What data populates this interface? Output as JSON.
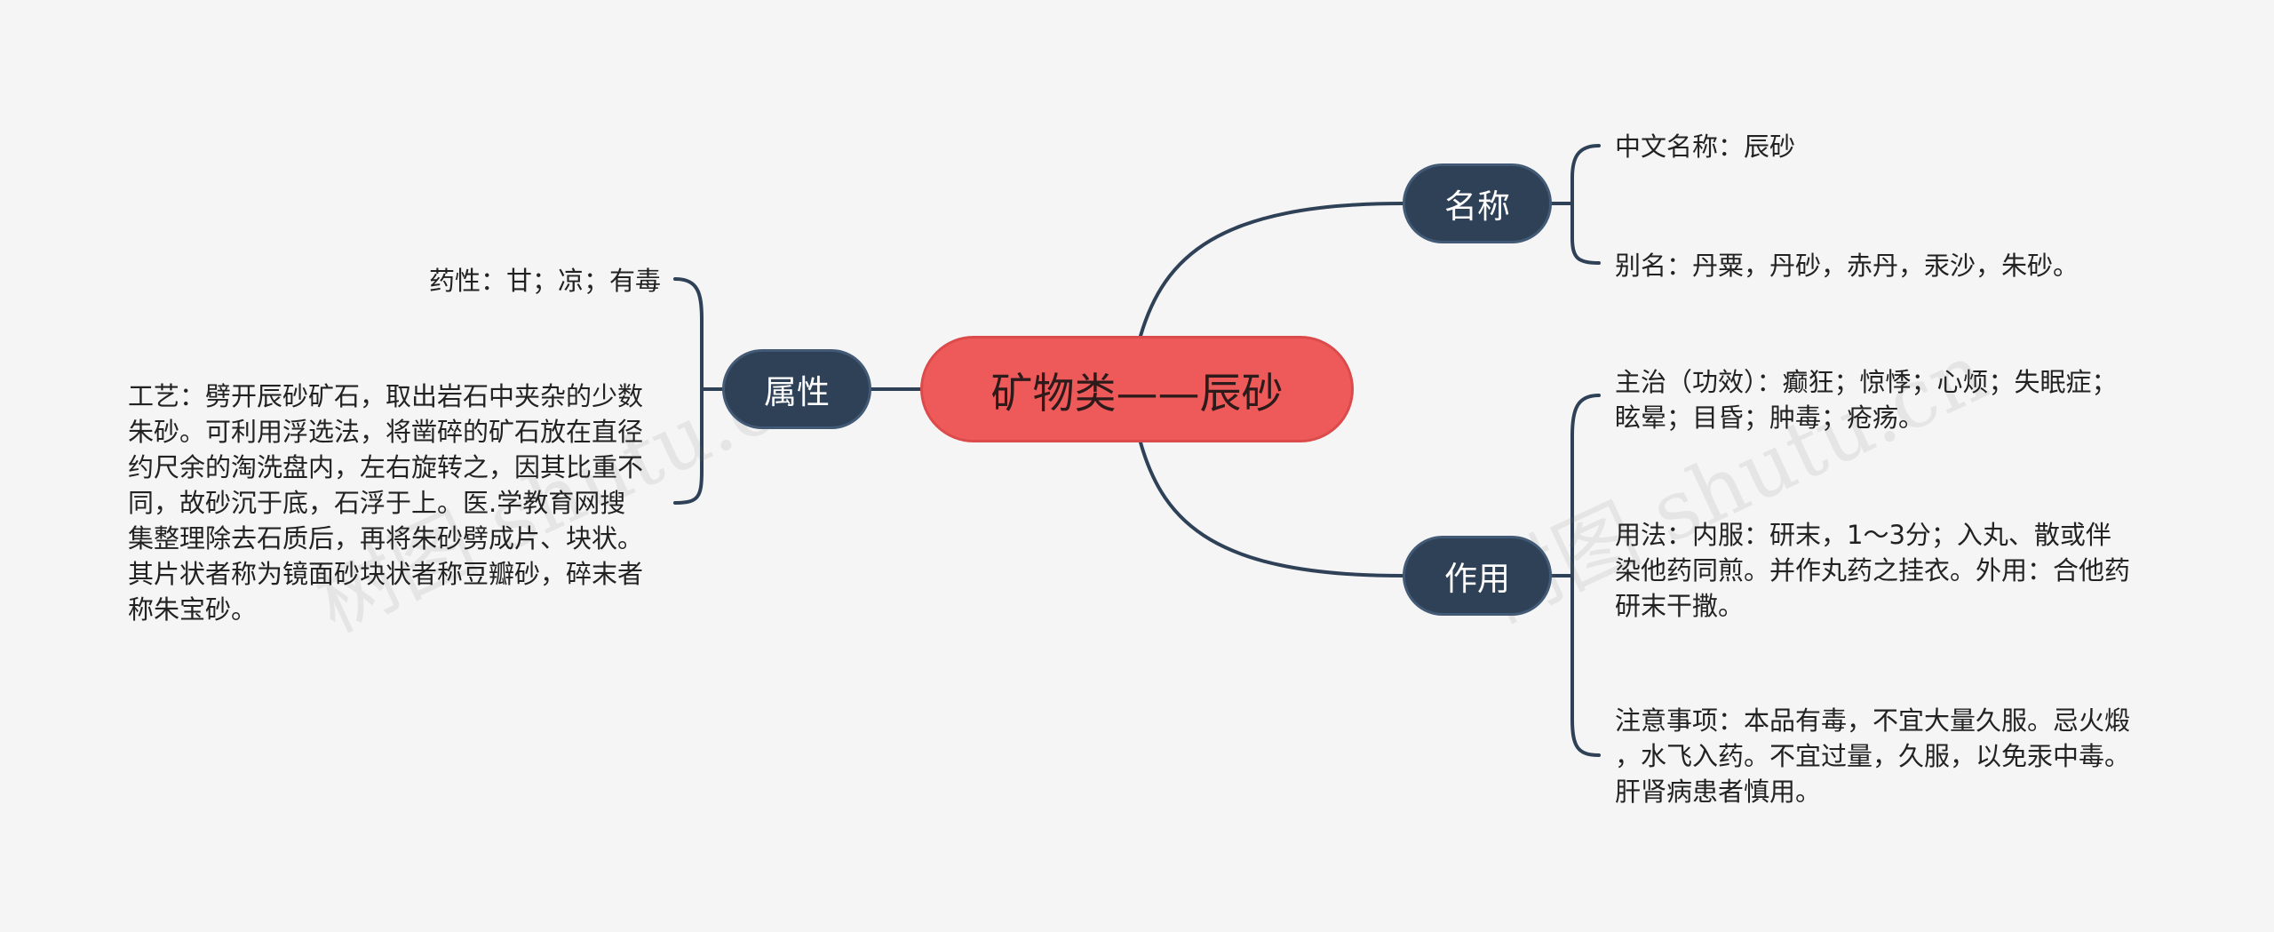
{
  "root": {
    "label": "矿物类——辰砂"
  },
  "branches": {
    "attr": {
      "label": "属性"
    },
    "name": {
      "label": "名称"
    },
    "use": {
      "label": "作用"
    }
  },
  "leaves": {
    "yaoxing": [
      "药性：甘；凉；有毒"
    ],
    "gongyi": [
      "工艺：劈开辰砂矿石，取出岩石中夹杂的少数",
      "朱砂。可利用浮选法，将凿碎的矿石放在直径",
      "约尺余的淘洗盘内，左右旋转之，因其比重不",
      "同，故砂沉于底，石浮于上。医.学教育网搜",
      "集整理除去石质后，再将朱砂劈成片、块状。",
      "其片状者称为镜面砂块状者称豆瓣砂，碎末者",
      "称朱宝砂。"
    ],
    "zhongwen": [
      "中文名称：辰砂"
    ],
    "bieming": [
      "别名：丹粟，丹砂，赤丹，汞沙，朱砂。"
    ],
    "zhuzhi": [
      "主治（功效）：癫狂；惊悸；心烦；失眠症；",
      "眩晕；目昏；肿毒；疮疡。"
    ],
    "yongfa": [
      "用法：内服：研末，1～3分；入丸、散或伴",
      "染他药同煎。并作丸药之挂衣。外用：合他药",
      "研末干撒。"
    ],
    "zhuyi": [
      "注意事项：本品有毒，不宜大量久服。忌火煅",
      "，水飞入药。不宜过量，久服，以免汞中毒。",
      "肝肾病患者慎用。"
    ]
  },
  "watermark": {
    "left": "树图 shutu.cn",
    "right": "树图 shutu.cn"
  },
  "colors": {
    "background": "#f5f5f5",
    "root_fill": "#ee5a5a",
    "branch_fill": "#2f4157",
    "connector": "#2f4157"
  }
}
